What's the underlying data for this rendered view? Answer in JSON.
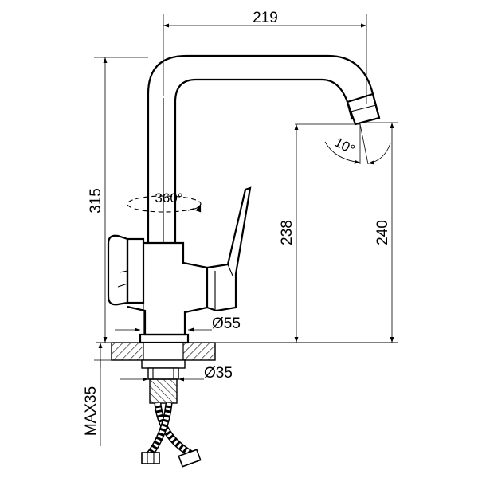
{
  "dimensions": {
    "spout_reach": "219",
    "total_height": "315",
    "rotation": "360°",
    "outlet_height": "238",
    "outlet_height_full": "240",
    "spout_angle": "10°",
    "base_diameter": "Ø55",
    "shank_diameter": "Ø35",
    "max_deck_thickness": "MAX35"
  }
}
